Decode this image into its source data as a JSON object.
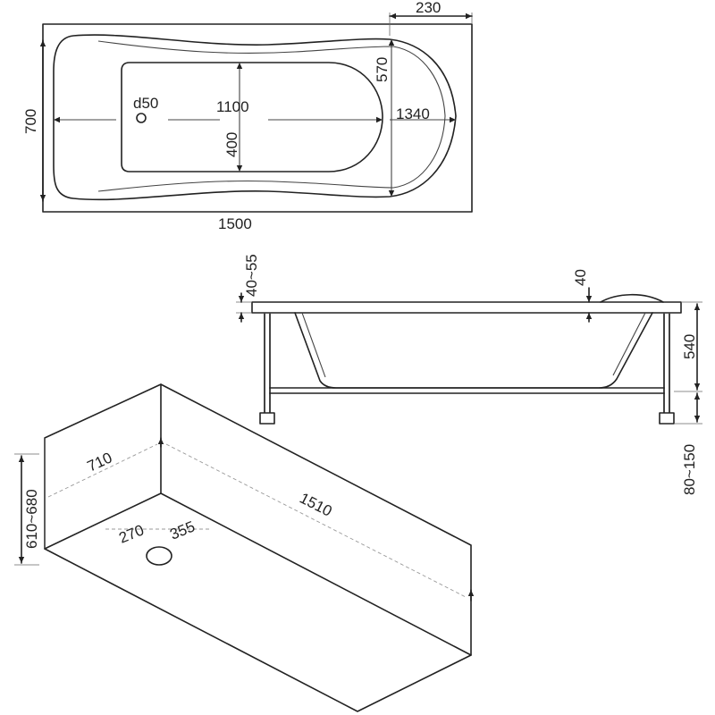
{
  "top_view": {
    "width_label": "700",
    "length_label": "1500",
    "end_offset_label": "230",
    "inner_length_label": "1100",
    "inner_width_label": "400",
    "drain_label": "d50",
    "outer_inner_length_label": "1340",
    "end_width_label": "570"
  },
  "side_view": {
    "rim_label": "40~55",
    "rim_thickness_label": "40",
    "depth_label": "540",
    "leg_height_label": "80~150"
  },
  "iso_view": {
    "width_label": "710",
    "length_label": "1510",
    "height_label": "610~680",
    "drain_x_label": "270",
    "drain_y_label": "355"
  },
  "colors": {
    "line": "#222222",
    "background": "#ffffff"
  }
}
